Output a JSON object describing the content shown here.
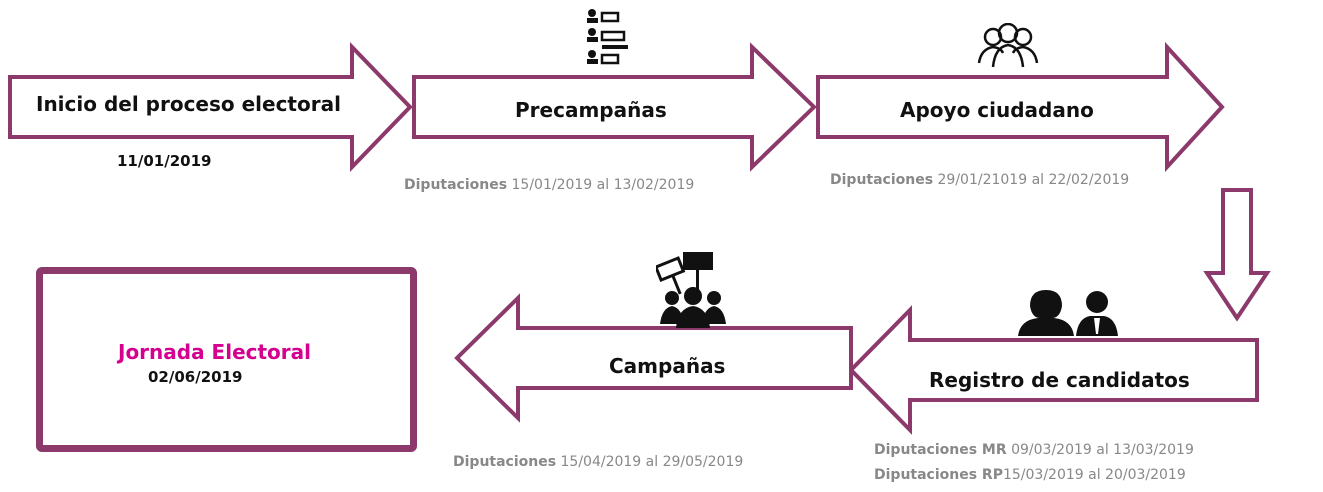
{
  "steps": {
    "inicio": {
      "label": "Inicio del proceso electoral",
      "date": "11/01/2019"
    },
    "precampanas": {
      "label": "Precampañas",
      "range_prefix": "Diputaciones",
      "range": "15/01/2019 al 13/02/2019"
    },
    "apoyo": {
      "label": "Apoyo ciudadano",
      "range_prefix": "Diputaciones",
      "range": "29/01/21019 al 22/02/2019"
    },
    "registro": {
      "label": "Registro de candidatos",
      "mr_prefix": "Diputaciones MR",
      "mr_range": "09/03/2019 al 13/03/2019",
      "rp_prefix": "Diputaciones RP",
      "rp_range": "15/03/2019 al 20/03/2019"
    },
    "campanas": {
      "label": "Campañas",
      "range_prefix": "Diputaciones",
      "range": "15/04/2019 al 29/05/2019"
    },
    "jornada": {
      "label": "Jornada Electoral",
      "date": "02/06/2019"
    }
  },
  "colors": {
    "arrow_stroke": "#8B3A6B",
    "jornada_text": "#D4008F",
    "muted_text": "#888888"
  },
  "icons": [
    "candidate-list-icon",
    "group-icon",
    "protest-icon",
    "candidates-icon"
  ]
}
